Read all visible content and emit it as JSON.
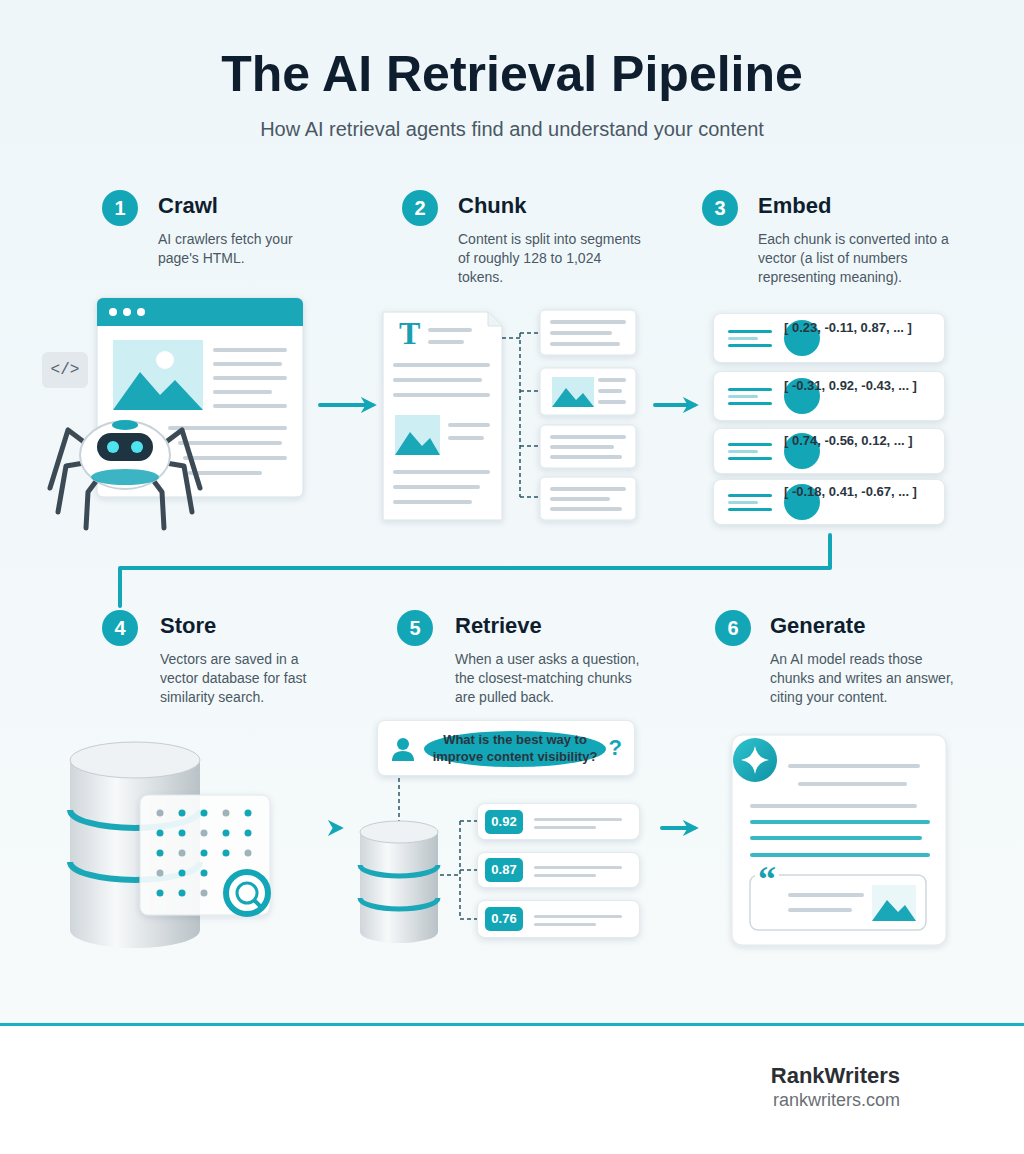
{
  "diagram": {
    "title": "The AI Retrieval Pipeline",
    "nodes": [
      {
        "text": [
          "1",
          "Crawl",
          "AI crawlers fetch your page's HTML."
        ]
      },
      {
        "text": [
          "2",
          "Chunk",
          "Content is split into segments of roughly 128 to 1,024 tokens."
        ]
      },
      {
        "text": [
          "3",
          "Embed",
          "Each chunk is converted into a vector (a list of numbers representing meaning)."
        ]
      },
      {
        "text": [
          "[ 0.23, -0.11, 0.87, ... ]"
        ],
        "in": 2
      },
      {
        "text": [
          "[ -0.31, 0.92, -0.43, ... ]"
        ],
        "in": 2
      },
      {
        "text": [
          "[ 0.74, -0.56, 0.12, ... ]"
        ],
        "in": 2
      },
      {
        "text": [
          "[ -0.18, 0.41, -0.67, ... ]"
        ],
        "in": 2
      },
      {
        "text": [
          "4",
          "Store",
          "Vectors are saved in a vector database for fast similarity search."
        ]
      },
      {
        "text": [
          "5",
          "Retrieve",
          "When a user asks a question, the closest-matching chunks are pulled back."
        ]
      },
      {
        "text": [
          "What is the best way to improve content visibility?",
          "?"
        ],
        "in": 8
      },
      {
        "text": [
          "0.92"
        ],
        "in": 8
      },
      {
        "text": [
          "0.87"
        ],
        "in": 8
      },
      {
        "text": [
          "0.76"
        ],
        "in": 8
      },
      {
        "text": [
          "6",
          "Generate",
          "An AI model reads those chunks and writes an answer, citing your content."
        ]
      }
    ],
    "edges": [
      {
        "from": 0,
        "to": 1,
        "arrow": "to"
      },
      {
        "from": 1,
        "to": 2,
        "arrow": "to"
      },
      {
        "from": 2,
        "to": 7,
        "arrow": "none"
      },
      {
        "from": 7,
        "to": 8,
        "arrow": "to"
      },
      {
        "from": 8,
        "to": 13,
        "arrow": "to"
      }
    ],
    "labels": [
      "How AI retrieval agents find and understand your content",
      "</>",
      "T",
      "“",
      "RankWriters",
      "rankwriters.com"
    ]
  }
}
